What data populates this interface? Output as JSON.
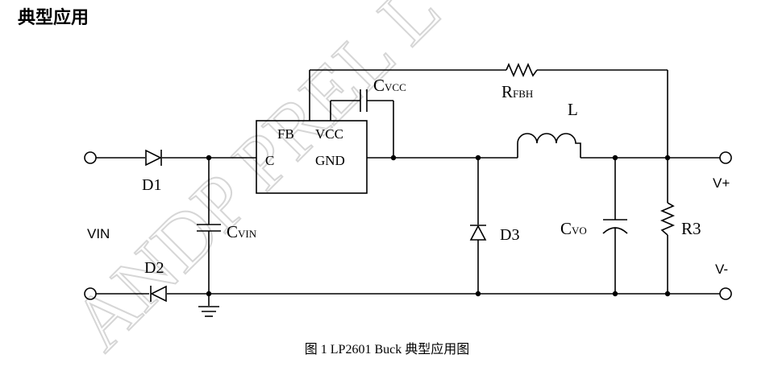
{
  "page": {
    "title": "典型应用"
  },
  "watermark": {
    "text": "ANDP PREL L"
  },
  "chip": {
    "pin_fb": "FB",
    "pin_vcc": "VCC",
    "pin_c": "C",
    "pin_gnd": "GND"
  },
  "components": {
    "d1": "D1",
    "d2": "D2",
    "d3": "D3",
    "cvin_main": "C",
    "cvin_sub": "VIN",
    "cvcc_main": "C",
    "cvcc_sub": "VCC",
    "rfbh_main": "R",
    "rfbh_sub": "FBH",
    "l": "L",
    "cvo_main": "C",
    "cvo_sub": "VO",
    "r3": "R3"
  },
  "terminals": {
    "vin": "VIN",
    "vplus": "V+",
    "vminus": "V-"
  },
  "caption": "图 1   LP2601 Buck 典型应用图"
}
